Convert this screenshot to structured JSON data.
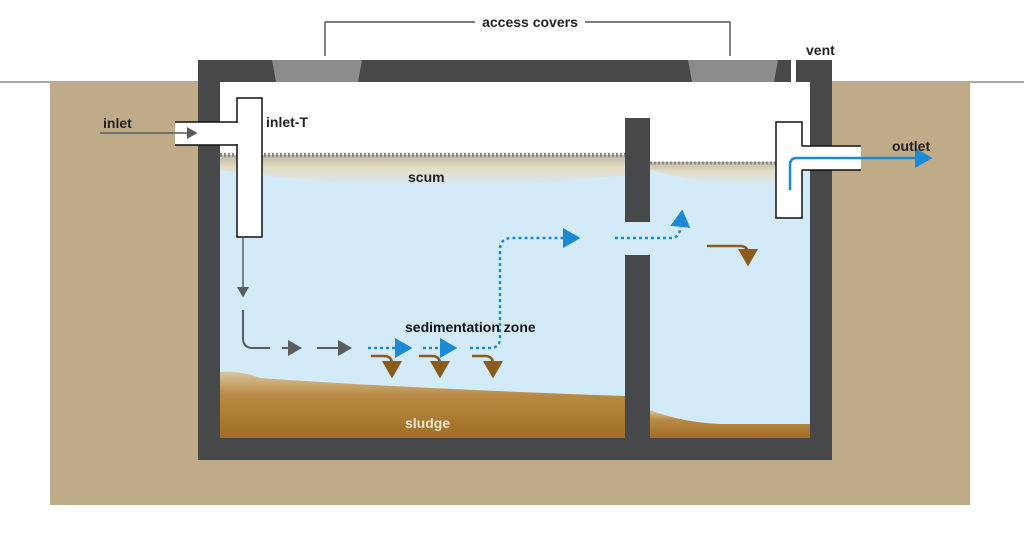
{
  "labels": {
    "access_covers": "access covers",
    "vent": "vent",
    "inlet": "inlet",
    "inlet_t": "inlet-T",
    "scum": "scum",
    "outlet": "outlet",
    "sedimentation_zone": "sedimentation zone",
    "sludge": "sludge"
  },
  "colors": {
    "ground": "#bfab88",
    "tank_wall": "#47484a",
    "access_cover": "#8b8c8d",
    "water": "#d3ebf8",
    "scum": "#d9cfb0",
    "sludge": "#a8742a",
    "flow_dark": "#5a5c5e",
    "flow_blue": "#1a8ad4",
    "settling_arrow": "#8a5a1e"
  }
}
